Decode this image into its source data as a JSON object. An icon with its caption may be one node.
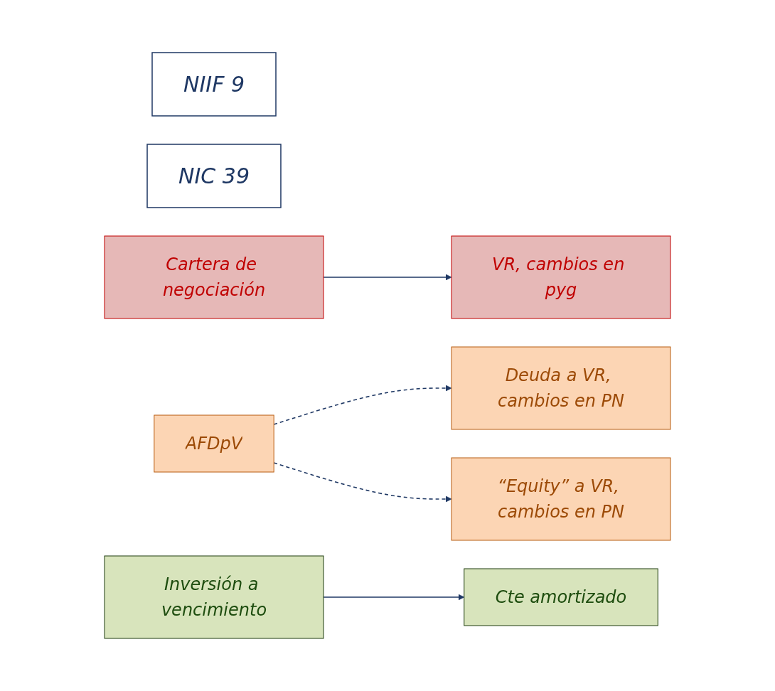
{
  "diagram": {
    "nodes": [
      {
        "text": [
          "NIIF 9"
        ]
      },
      {
        "text": [
          "NIC 39"
        ]
      },
      {
        "text": [
          "Cartera de negociación"
        ]
      },
      {
        "text": [
          "AFDpV"
        ]
      },
      {
        "text": [
          "Inversión a vencimiento"
        ]
      },
      {
        "text": [
          "VR, cambios en pyg"
        ]
      },
      {
        "text": [
          "Deuda a VR, cambios en PN"
        ]
      },
      {
        "text": [
          "“Equity” a VR, cambios en PN"
        ]
      },
      {
        "text": [
          "Cte amortizado"
        ]
      }
    ],
    "edges": [
      {
        "from": 2,
        "to": 5,
        "arrow": "to"
      },
      {
        "from": 3,
        "to": 6,
        "arrow": "to",
        "style": "dashed"
      },
      {
        "from": 3,
        "to": 7,
        "arrow": "to",
        "style": "dashed"
      },
      {
        "from": 4,
        "to": 8,
        "arrow": "to"
      }
    ]
  }
}
